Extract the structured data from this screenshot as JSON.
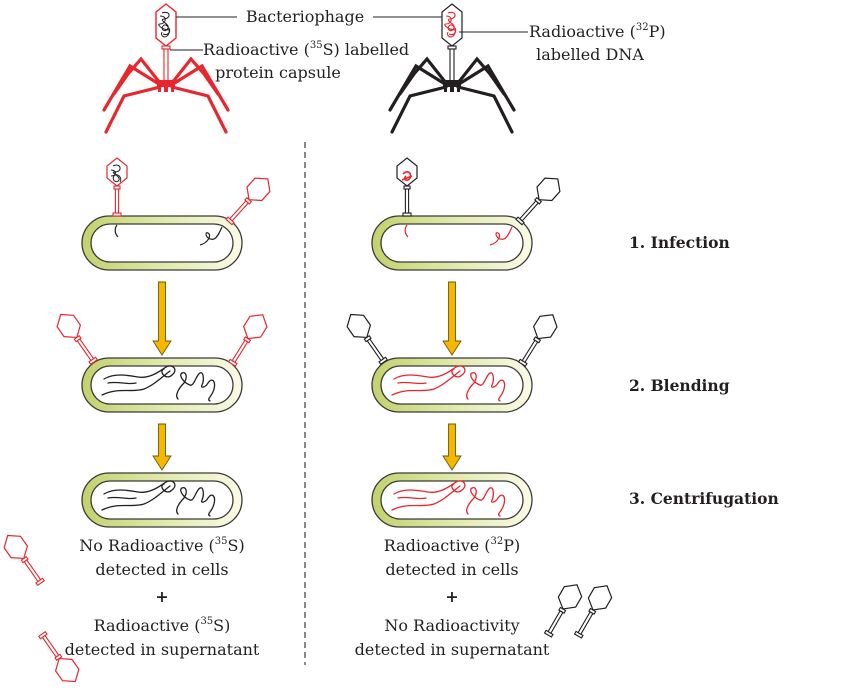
{
  "colors": {
    "red": "#e8262d",
    "black": "#231f20",
    "cell_fill_left": "#c9d67a",
    "cell_fill_right": "#f7f6d8",
    "cell_inner": "#ffffff",
    "arrow": "#f5b700",
    "arrow_stroke": "#6b5a10",
    "divider": "#555555"
  },
  "top": {
    "bacteriophage_label": "Bacteriophage",
    "left_label_line1_pre": "Radioactive (",
    "left_label_line1_sup": "35",
    "left_label_line1_post": "S) labelled",
    "left_label_line2": "protein capsule",
    "right_label_line1_pre": "Radioactive (",
    "right_label_line1_sup": "32",
    "right_label_line1_post": "P)",
    "right_label_line2": "labelled DNA"
  },
  "steps": [
    {
      "label": "1. Infection"
    },
    {
      "label": "2. Blending"
    },
    {
      "label": "3. Centrifugation"
    }
  ],
  "left": {
    "isotope": "35S",
    "label_color": "red",
    "dna_color": "black",
    "result_cells_pre": "No Radioactive (",
    "result_cells_sup": "35",
    "result_cells_post": "S)",
    "result_cells_line2": "detected in cells",
    "plus": "+",
    "result_super_pre": "Radioactive (",
    "result_super_sup": "35",
    "result_super_post": "S)",
    "result_super_line2": "detected in supernatant"
  },
  "right": {
    "isotope": "32P",
    "label_color": "black",
    "dna_color": "red",
    "result_cells_pre": "Radioactive (",
    "result_cells_sup": "32",
    "result_cells_post": "P)",
    "result_cells_line2": "detected in cells",
    "plus": "+",
    "result_super_line1": "No Radioactivity",
    "result_super_line2": "detected in supernatant"
  }
}
